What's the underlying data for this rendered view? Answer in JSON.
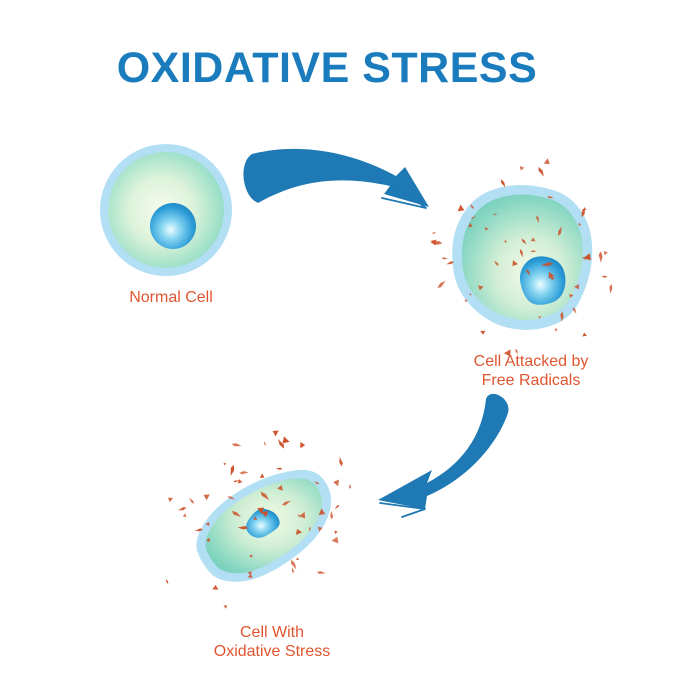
{
  "title": "OXIDATIVE STRESS",
  "colors": {
    "title_blue": "#1a7cbd",
    "arrow_blue": "#1e79b4",
    "label_orange": "#e0552f",
    "free_radical_orange": "#cc5028",
    "cell_membrane_blue": "#b2dff4",
    "cell_body_teal": "#6dcbb9",
    "nucleus_blue": "#1076b4",
    "background": "#ffffff"
  },
  "stages": {
    "normal": {
      "label": "Normal Cell"
    },
    "attacked": {
      "label_line1": "Cell Attacked by",
      "label_line2": "Free Radicals"
    },
    "stressed": {
      "label_line1": "Cell With",
      "label_line2": "Oxidative Stress"
    }
  }
}
